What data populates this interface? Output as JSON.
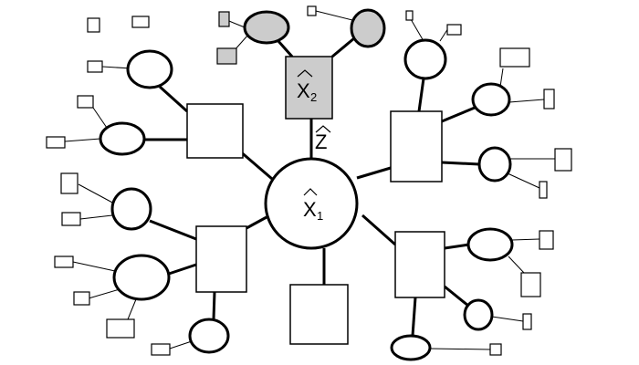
{
  "labels": {
    "center": {
      "base": "X",
      "subscript": "1"
    },
    "top_factor": {
      "base": "X",
      "subscript": "2"
    },
    "edge": {
      "base": "Z"
    }
  },
  "colors": {
    "highlight_fill": "#cccccc",
    "stroke": "#000000",
    "node_fill": "#ffffff"
  }
}
